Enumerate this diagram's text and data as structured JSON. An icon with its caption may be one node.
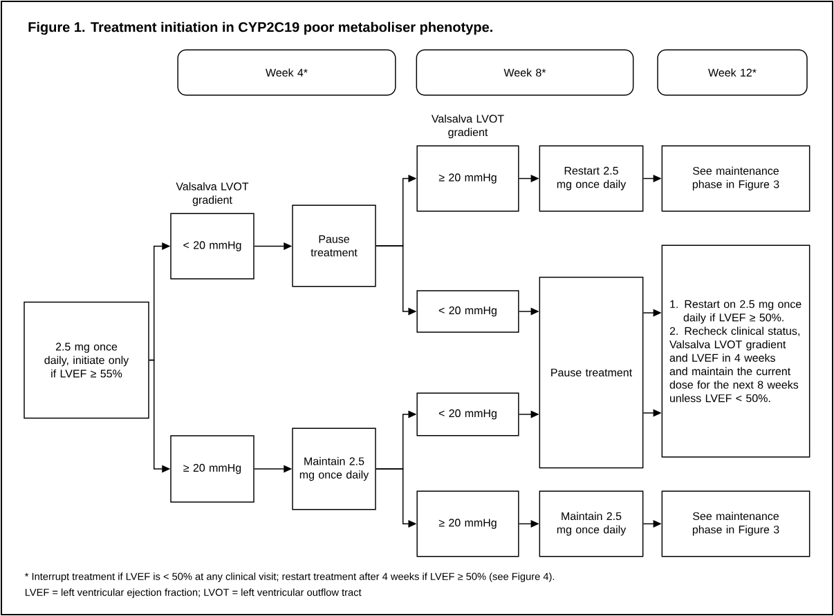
{
  "diagram": {
    "title": "Figure 1. Treatment initiation in CYP2C19 poor metaboliser phenotype.",
    "nodes": [
      {
        "text": [
          "Week 4*"
        ]
      },
      {
        "text": [
          "Week 8*"
        ]
      },
      {
        "text": [
          "Week 12*"
        ]
      },
      {
        "text": [
          "2.5 mg once daily, initiate only if LVEF ≥ 55%"
        ]
      },
      {
        "text": [
          "< 20 mmHg"
        ],
        "beside": [
          "Valsalva LVOT gradient"
        ]
      },
      {
        "text": [
          "≥ 20 mmHg"
        ]
      },
      {
        "text": [
          "Pause treatment"
        ]
      },
      {
        "text": [
          "Maintain 2.5 mg once daily"
        ]
      },
      {
        "text": [
          "≥ 20 mmHg"
        ],
        "beside": [
          "Valsalva LVOT gradient"
        ]
      },
      {
        "text": [
          "< 20 mmHg"
        ]
      },
      {
        "text": [
          "< 20 mmHg"
        ]
      },
      {
        "text": [
          "≥ 20 mmHg"
        ]
      },
      {
        "text": [
          "Restart 2.5 mg once daily"
        ]
      },
      {
        "text": [
          "Pause treatment"
        ]
      },
      {
        "text": [
          "Maintain 2.5 mg once daily"
        ]
      },
      {
        "text": [
          "See maintenance phase in Figure 3"
        ]
      },
      {
        "text": [
          "1. Restart on 2.5 mg once daily if LVEF ≥ 50%.",
          "2. Recheck clinical status, Valsalva LVOT gradient and LVEF in 4 weeks and maintain the current dose for the next 8 weeks unless LVEF < 50%."
        ]
      },
      {
        "text": [
          "See maintenance phase in Figure 3"
        ]
      }
    ],
    "edges": [
      {
        "from": 3,
        "to": 4,
        "arrow": "to"
      },
      {
        "from": 3,
        "to": 5,
        "arrow": "to"
      },
      {
        "from": 4,
        "to": 6,
        "arrow": "to"
      },
      {
        "from": 5,
        "to": 7,
        "arrow": "to"
      },
      {
        "from": 6,
        "to": 8,
        "arrow": "to"
      },
      {
        "from": 6,
        "to": 9,
        "arrow": "to"
      },
      {
        "from": 7,
        "to": 10,
        "arrow": "to"
      },
      {
        "from": 7,
        "to": 11,
        "arrow": "to"
      },
      {
        "from": 8,
        "to": 12,
        "arrow": "to"
      },
      {
        "from": 9,
        "to": 13,
        "arrow": "to"
      },
      {
        "from": 10,
        "to": 13,
        "arrow": "to"
      },
      {
        "from": 11,
        "to": 14,
        "arrow": "to"
      },
      {
        "from": 12,
        "to": 15,
        "arrow": "to"
      },
      {
        "from": 13,
        "to": 16,
        "arrow": "to"
      },
      {
        "from": 13,
        "to": 16,
        "arrow": "to"
      },
      {
        "from": 14,
        "to": 17,
        "arrow": "to"
      }
    ],
    "labels": [
      "* Interrupt treatment if LVEF is < 50% at any clinical visit; restart treatment after 4 weeks if LVEF ≥ 50% (see Figure 4).",
      "LVEF = left ventricular ejection fraction; LVOT = left ventricular outflow tract"
    ]
  }
}
